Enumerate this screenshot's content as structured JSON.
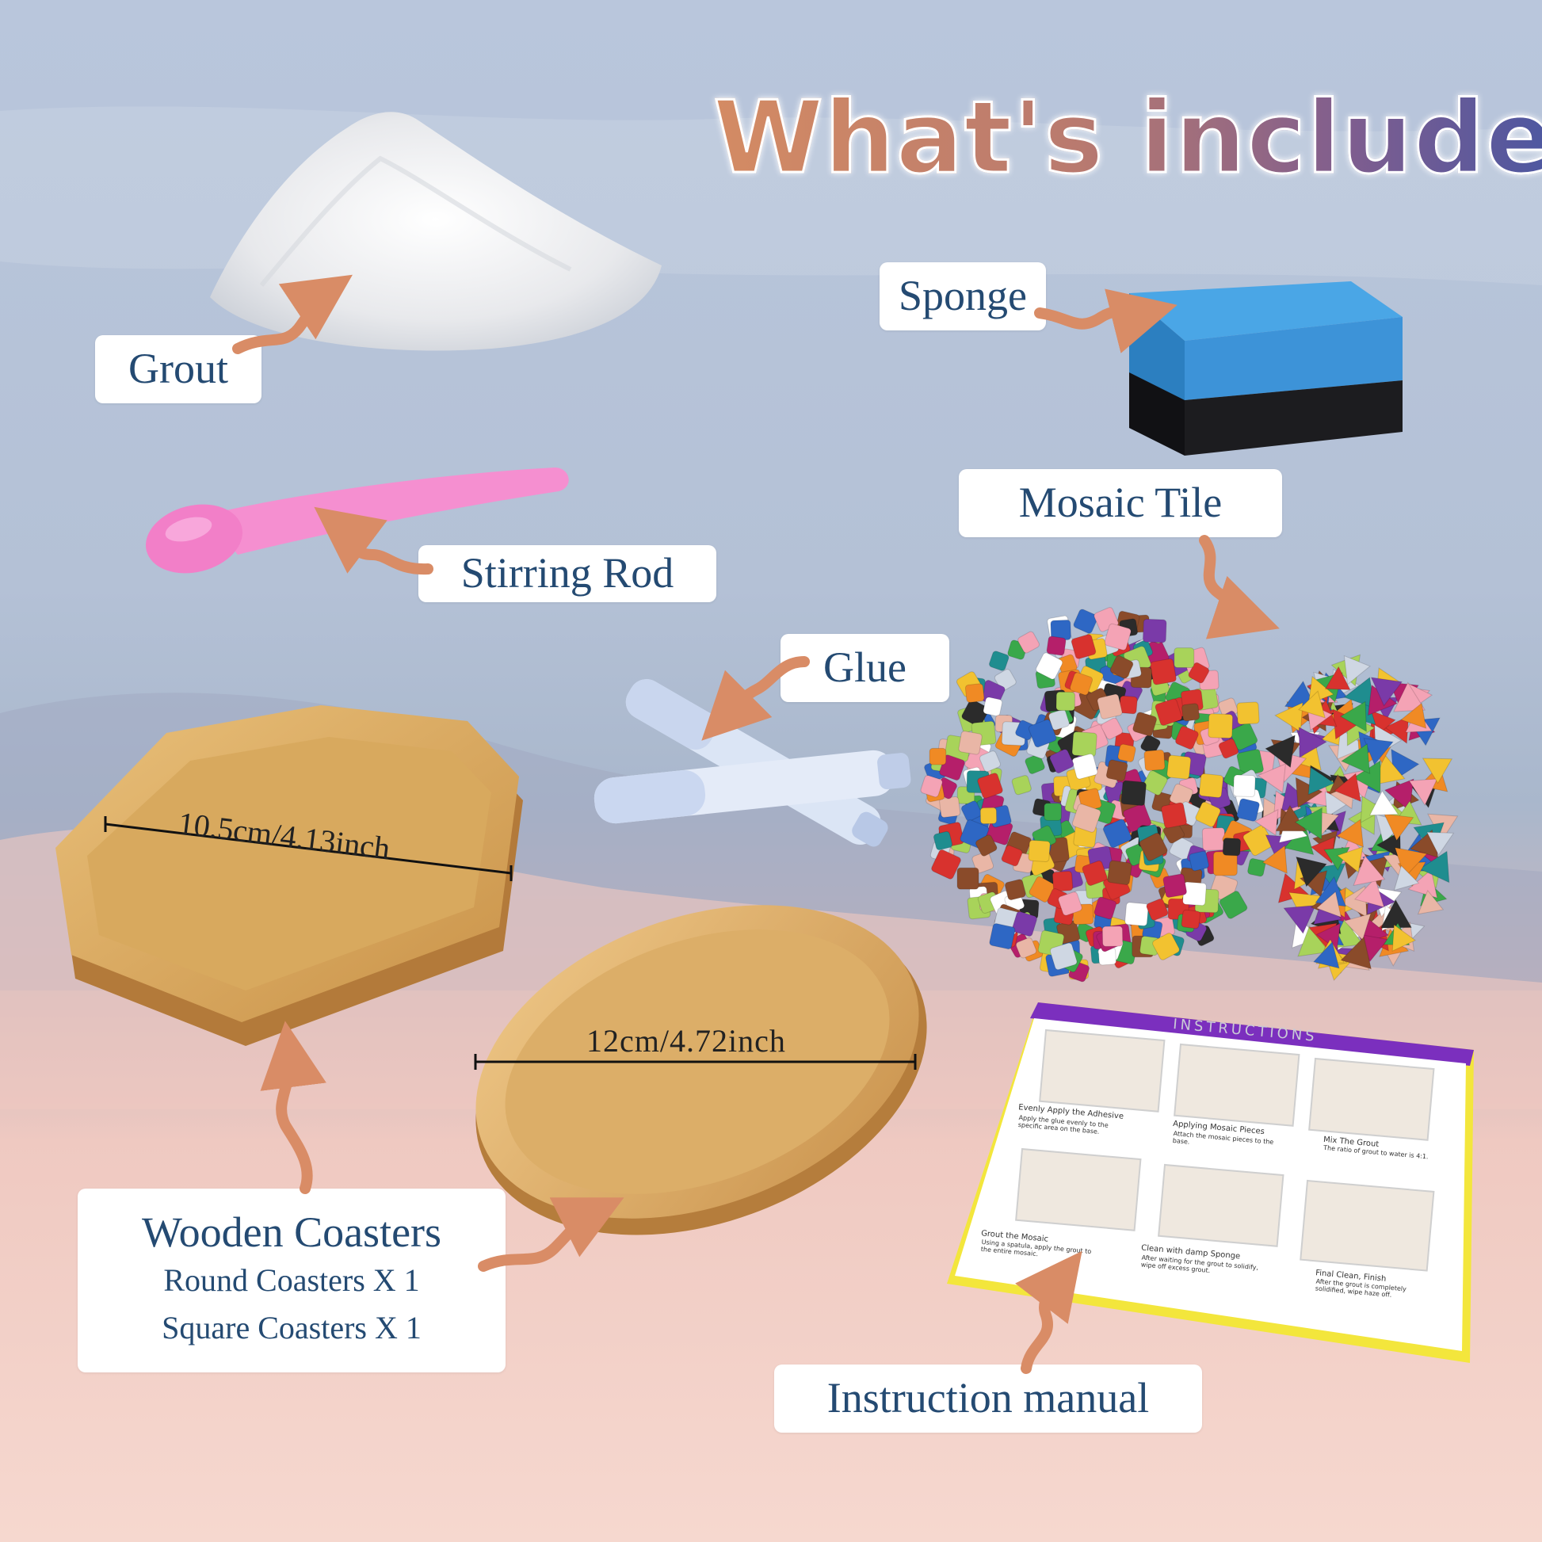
{
  "title": "What's included",
  "labels": {
    "grout": "Grout",
    "sponge": "Sponge",
    "stirring_rod": "Stirring Rod",
    "mosaic_tile": "Mosaic Tile",
    "glue": "Glue",
    "wooden_coasters": "Wooden Coasters",
    "round_coasters": "Round Coasters X 1",
    "square_coasters": "Square Coasters X 1",
    "instruction_manual": "Instruction manual"
  },
  "dimensions": {
    "hexagon": "10.5cm/4.13inch",
    "round": "12cm/4.72inch"
  },
  "manual": {
    "header": "INSTRUCTIONS",
    "steps": [
      {
        "title": "Evenly Apply the Adhesive",
        "text": "Apply the glue evenly to the specific area on the base."
      },
      {
        "title": "Applying Mosaic Pieces",
        "text": "Attach the mosaic pieces to the base."
      },
      {
        "title": "Mix The Grout",
        "text": "The ratio of grout to water is 4:1."
      },
      {
        "title": "Grout the Mosaic",
        "text": "Using a spatula, apply the grout to the entire mosaic."
      },
      {
        "title": "Clean with damp Sponge",
        "text": "After waiting for the grout to solidify, wipe off excess grout."
      },
      {
        "title": "Final Clean, Finish",
        "text": "After the grout is completely solidified, wipe haze off."
      }
    ]
  },
  "colors": {
    "label_text": "#244a72",
    "arrow": "#d98c66",
    "title_start": "#d48b63",
    "title_end": "#3a55a8"
  }
}
